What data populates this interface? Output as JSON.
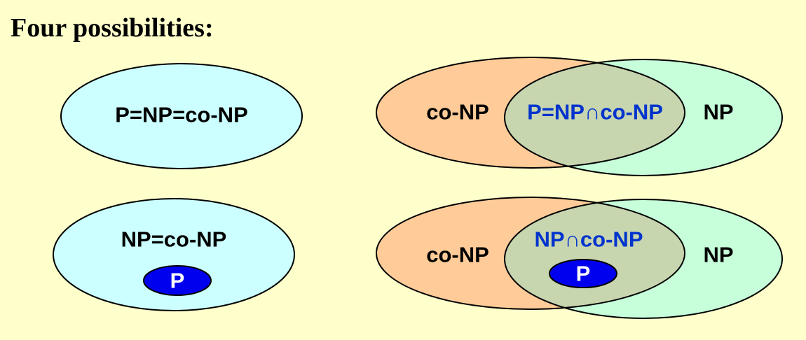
{
  "title": "Four possibilities:",
  "panels": {
    "p1": {
      "label": "P=NP=co-NP"
    },
    "p2": {
      "conp": "co-NP",
      "intersection": "P=NP∩co-NP",
      "np": "NP"
    },
    "p3": {
      "label": "NP=co-NP",
      "p": "P"
    },
    "p4": {
      "conp": "co-NP",
      "intersection": "NP∩co-NP",
      "np": "NP",
      "p": "P"
    }
  },
  "colors": {
    "background": "#ffffcc",
    "np_conp_single": "#ccffff",
    "conp": "#ffcc99",
    "np": "#c6ffd9",
    "intersection": "#c8d6b0",
    "p": "#0000ee",
    "blue_text": "#0033cc"
  }
}
